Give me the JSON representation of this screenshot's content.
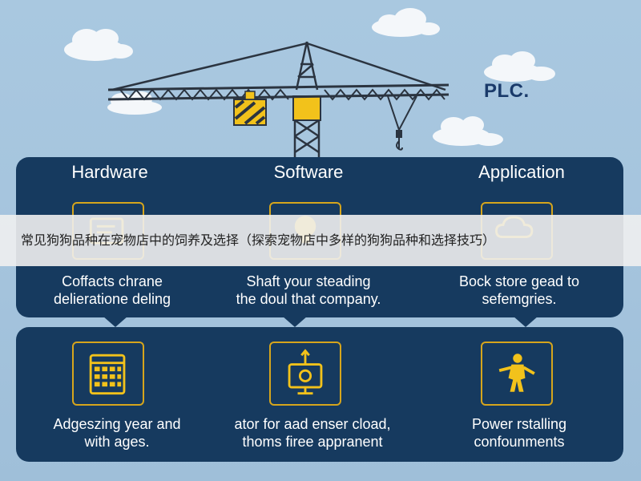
{
  "brand": {
    "label": "PLC."
  },
  "columns": [
    {
      "title": "Hardware",
      "icon": "document-card-icon",
      "caption": [
        "Coffacts chrane",
        "delieratione deling"
      ]
    },
    {
      "title": "Software",
      "icon": "lightbulb-icon",
      "caption": [
        "Shaft your steading",
        "the doul that company."
      ]
    },
    {
      "title": "Application",
      "icon": "cloud-icon",
      "caption": [
        "Bock store gead to",
        "sefemgries."
      ]
    }
  ],
  "bottom_items": [
    {
      "icon": "calendar-grid-icon",
      "caption": [
        "Adgeszing year and",
        "with ages."
      ]
    },
    {
      "icon": "monitor-settings-icon",
      "caption": [
        "ator for aad enser cload,",
        "thoms firee appranent"
      ]
    },
    {
      "icon": "robot-figure-icon",
      "caption": [
        "Power rstalling",
        "confounments"
      ]
    }
  ],
  "banner": {
    "text": "常见狗狗品种在宠物店中的饲养及选择（探索宠物店中多样的狗狗品种和选择技巧）"
  },
  "colors": {
    "sky": "#a6c5de",
    "panel": "#163a5f",
    "accent_yellow": "#f2c21b",
    "icon_border": "#d6a51c",
    "crane_dark": "#2b3440"
  }
}
